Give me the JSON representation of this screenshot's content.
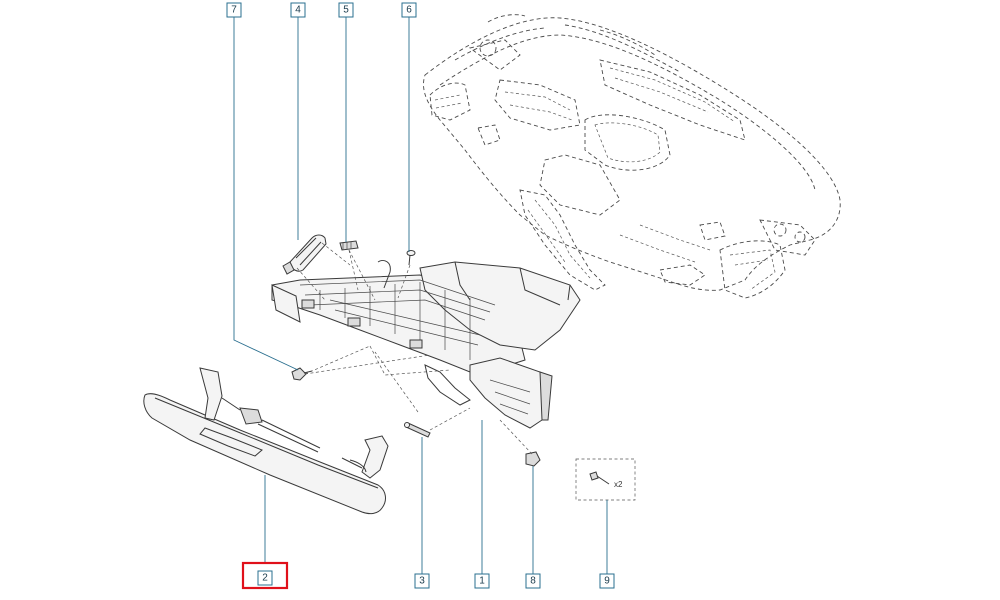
{
  "callouts": [
    {
      "id": "c7",
      "label": "7"
    },
    {
      "id": "c4",
      "label": "4"
    },
    {
      "id": "c5",
      "label": "5"
    },
    {
      "id": "c6",
      "label": "6"
    },
    {
      "id": "c2",
      "label": "2",
      "selected": true
    },
    {
      "id": "c3",
      "label": "3"
    },
    {
      "id": "c1",
      "label": "1"
    },
    {
      "id": "c8",
      "label": "8"
    },
    {
      "id": "c9",
      "label": "9"
    }
  ],
  "quantity_note": "x2",
  "colors": {
    "callout_border": "#2a6f8f",
    "selected_border": "#e0101a",
    "line_art": "#3a3a3a"
  }
}
